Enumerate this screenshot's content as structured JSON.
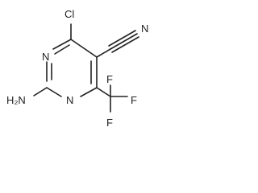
{
  "molecule": {
    "atoms": {
      "cl": "Cl",
      "n_top": "N",
      "n_bottom": "N",
      "n_nitrile": "N",
      "nh2": "H₂N",
      "f_top": "F",
      "f_mid": "F",
      "f_bottom": "F"
    }
  }
}
